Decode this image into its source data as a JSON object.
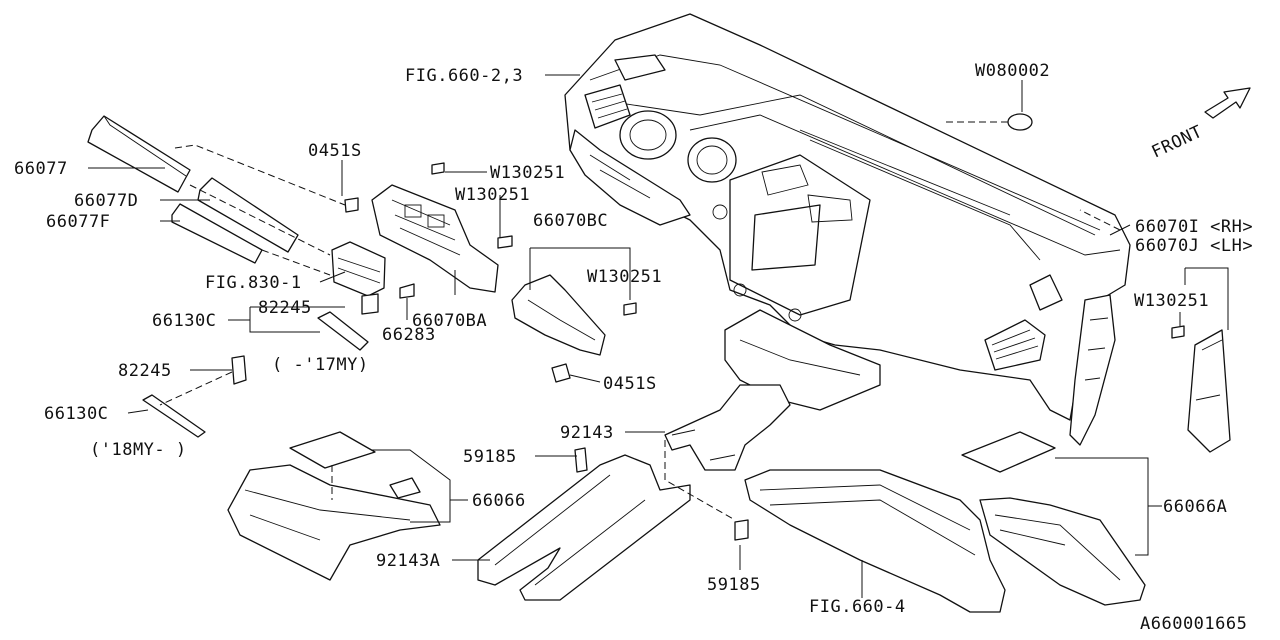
{
  "diagram": {
    "labels": {
      "fig660_23": "FIG.660-2,3",
      "w080002": "W080002",
      "front": "FRONT",
      "p66077": "66077",
      "p66077d": "66077D",
      "p66077f": "66077F",
      "p0451s_top": "0451S",
      "w130251_a": "W130251",
      "w130251_b": "W130251",
      "fig830_1": "FIG.830-1",
      "p82245_a": "82245",
      "p66130c_a": "66130C",
      "p66283": "66283",
      "p66070ba": "66070BA",
      "my17": "( -'17MY)",
      "p66070bc": "66070BC",
      "w130251_c": "W130251",
      "p0451s_bot": "0451S",
      "p66070i": "66070I <RH>",
      "p66070j": "66070J <LH>",
      "w130251_d": "W130251",
      "p82245_b": "82245",
      "p66130c_b": "66130C",
      "my18": "('18MY- )",
      "p92143": "92143",
      "p59185_a": "59185",
      "p66066": "66066",
      "p92143a": "92143A",
      "p59185_b": "59185",
      "fig660_4": "FIG.660-4",
      "p66066a": "66066A",
      "code": "A660001665"
    }
  }
}
